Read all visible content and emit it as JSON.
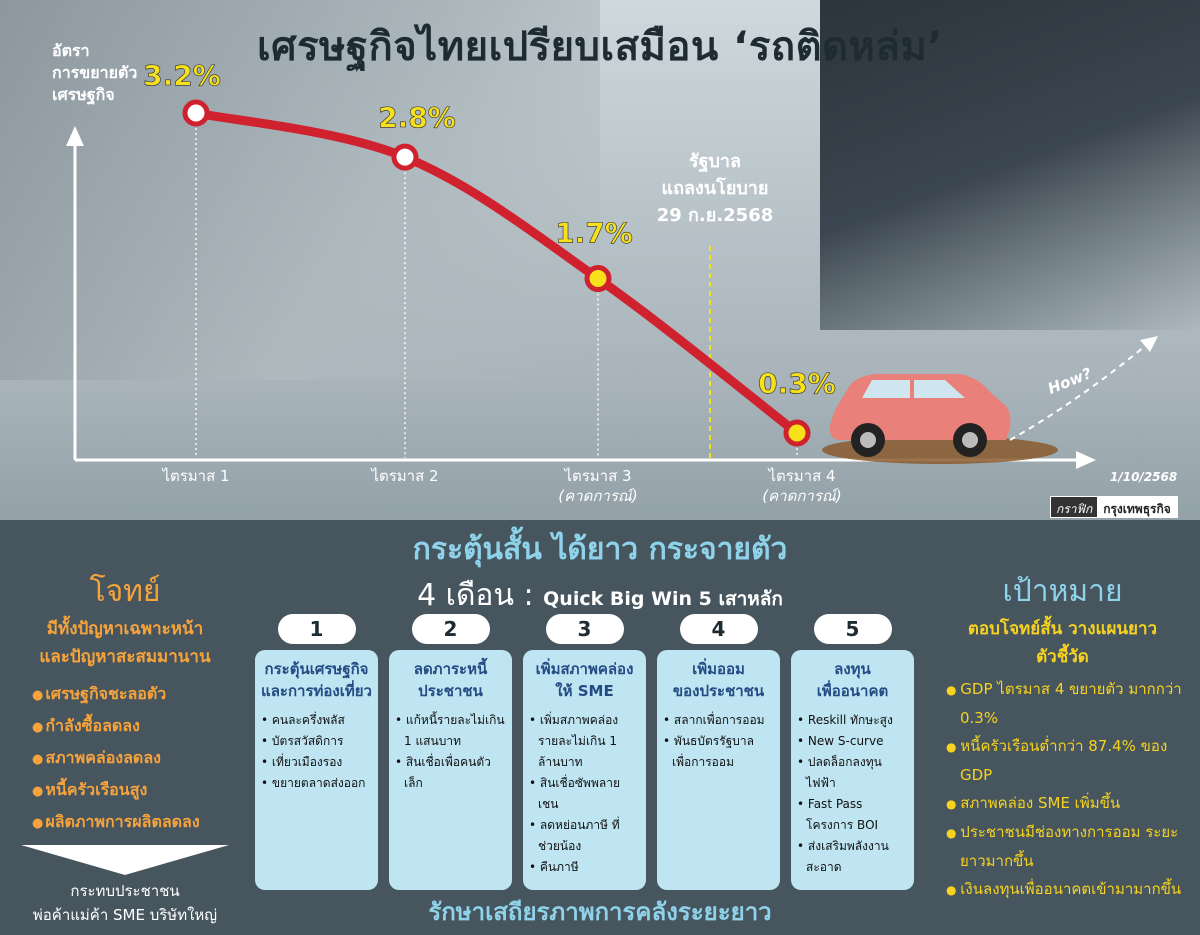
{
  "title": "เศรษฐกิจไทยเปรียบเสมือน ‘รถติดหล่ม’",
  "chart_data": {
    "type": "line",
    "categories": [
      "ไตรมาส 1",
      "ไตรมาส 2",
      "ไตรมาส 3",
      "ไตรมาส 4"
    ],
    "category_notes": [
      "",
      "",
      "(คาดการณ์)",
      "(คาดการณ์)"
    ],
    "values": [
      3.2,
      2.8,
      1.7,
      0.3
    ],
    "value_labels": [
      "3.2%",
      "2.8%",
      "1.7%",
      "0.3%"
    ],
    "ylabel": "อัตรา\nการขยายตัว\nเศรษฐกิจ",
    "annotation": "รัฐบาล\nแถลงนโยบาย\n29 ก.ย.2568",
    "line_color": "#d0212e",
    "marker_colors": [
      "#ffffff",
      "#ffffff",
      "#f7e11b",
      "#f7e11b"
    ],
    "label_color": "#f7e11b",
    "arrow_label": "How?"
  },
  "date": "1/10/2568",
  "credit": {
    "a": "กราฟิก",
    "b": "กรุงเทพธุรกิจ"
  },
  "subtitle": "กระตุ้นสั้น ได้ยาว กระจายตัว",
  "period": {
    "months": "4 เดือน",
    "sep": " : ",
    "label": "Quick Big Win 5 เสาหลัก"
  },
  "left": {
    "head": "โจทย์",
    "desc": "มีทั้งปัญหาเฉพาะหน้า\nและปัญหาสะสมมานาน",
    "items": [
      "เศรษฐกิจชะลอตัว",
      "กำลังซื้อลดลง",
      "สภาพคล่องลดลง",
      "หนี้ครัวเรือนสูง",
      "ผลิตภาพการผลิตลดลง"
    ],
    "impact": "กระทบประชาชน\nพ่อค้าแม่ค้า SME บริษัทใหญ่"
  },
  "pillars": [
    {
      "num": "1",
      "title": "กระตุ้นเศรษฐกิจ\nและการท่องเที่ยว",
      "items": [
        "คนละครึ่งพลัส",
        "บัตรสวัสดิการ",
        "เที่ยวเมืองรอง",
        "ขยายตลาดส่งออก"
      ]
    },
    {
      "num": "2",
      "title": "ลดภาระหนี้\nประชาชน",
      "items": [
        "แก้หนี้รายละไม่เกิน 1 แสนบาท",
        "สินเชื่อเพื่อคนตัวเล็ก"
      ]
    },
    {
      "num": "3",
      "title": "เพิ่มสภาพคล่อง\nให้ SME",
      "items": [
        "เพิ่มสภาพคล่อง รายละไม่เกิน 1 ล้านบาท",
        "สินเชื่อซัพพลายเชน",
        "ลดหย่อนภาษี ที่ช่วยน้อง",
        "คืนภาษี"
      ]
    },
    {
      "num": "4",
      "title": "เพิ่มออม\nของประชาชน",
      "items": [
        "สลากเพื่อการออม",
        "พันธบัตรรัฐบาล เพื่อการออม"
      ]
    },
    {
      "num": "5",
      "title": "ลงทุน\nเพื่ออนาคต",
      "items": [
        "Reskill ทักษะสูง",
        "New S-curve",
        "ปลดล็อกลงทุน ไฟฟ้า",
        "Fast Pass โครงการ BOI",
        "ส่งเสริมพลังงาน สะอาด"
      ]
    }
  ],
  "right": {
    "head": "เป้าหมาย",
    "desc": "ตอบโจทย์สั้น วางแผนยาว\nตัวชี้วัด",
    "items": [
      "GDP ไตรมาส 4 ขยายตัว มากกว่า 0.3%",
      "หนี้ครัวเรือนต่ำกว่า 87.4% ของ GDP",
      "สภาพคล่อง SME เพิ่มขึ้น",
      "ประชาชนมีช่องทางการออม ระยะยาวมากขึ้น",
      "เงินลงทุนเพื่ออนาคตเข้ามามากขึ้น"
    ]
  },
  "footer": "รักษาเสถียรภาพการคลังระยะยาว"
}
